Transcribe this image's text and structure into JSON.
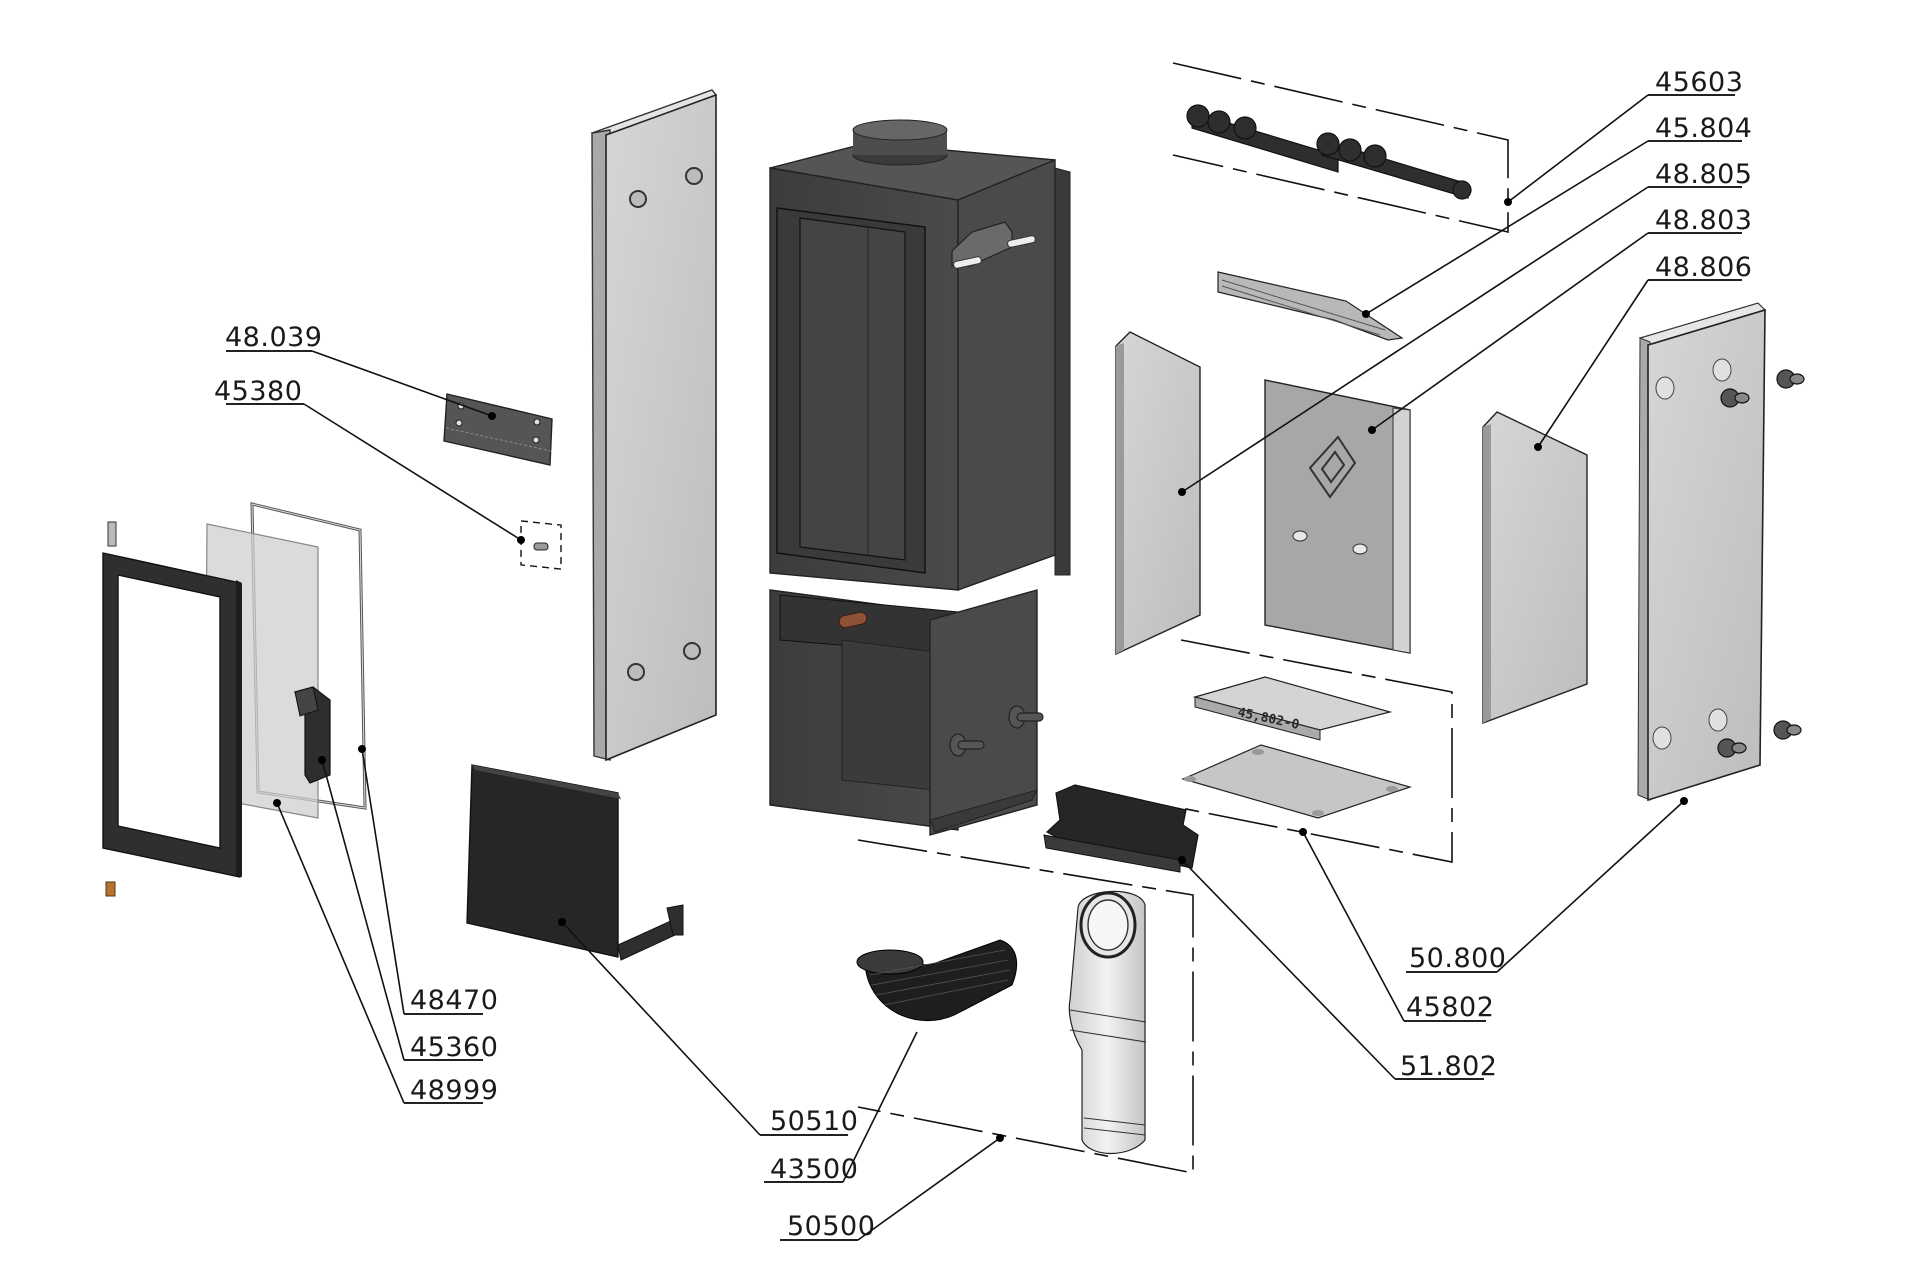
{
  "diagram": {
    "type": "exploded-parts-view",
    "subject": "wood-burning stove",
    "parts": [
      {
        "id": "p45603",
        "label": "45603",
        "desc": "brick-holder-set"
      },
      {
        "id": "p45804",
        "label": "45.804",
        "desc": "baffle-plate"
      },
      {
        "id": "p48805",
        "label": "48.805",
        "desc": "left-side-firebrick"
      },
      {
        "id": "p48803",
        "label": "48.803",
        "desc": "back-firebrick"
      },
      {
        "id": "p48806",
        "label": "48.806",
        "desc": "right-side-firebrick"
      },
      {
        "id": "p48039",
        "label": "48.039",
        "desc": "bracket"
      },
      {
        "id": "p45380",
        "label": "45380",
        "desc": "bolt-set"
      },
      {
        "id": "p48470",
        "label": "48470",
        "desc": "door-seal"
      },
      {
        "id": "p45360",
        "label": "45360",
        "desc": "door-handle"
      },
      {
        "id": "p48999",
        "label": "48999",
        "desc": "door-glass"
      },
      {
        "id": "p50800",
        "label": "50.800",
        "desc": "side-stone-panel"
      },
      {
        "id": "p45802",
        "label": "45802",
        "desc": "bottom-plate-set"
      },
      {
        "id": "p51802",
        "label": "51.802",
        "desc": "log-guard"
      },
      {
        "id": "p50510",
        "label": "50510",
        "desc": "front-cover-plate"
      },
      {
        "id": "p43500",
        "label": "43500",
        "desc": "flexible-air-hose"
      },
      {
        "id": "p50500",
        "label": "50500",
        "desc": "air-supply-set"
      }
    ],
    "embossed_text": "45,802-0"
  }
}
